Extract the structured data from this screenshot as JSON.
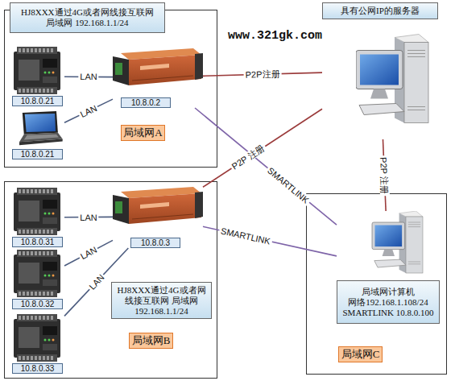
{
  "diagram": {
    "nodes": [
      {
        "text": [
          "局域网A"
        ]
      },
      {
        "text": [
          "HJ8XXX通过4G或者网线接互联网 局域网 192.168.1.1/24"
        ],
        "in": 0
      },
      {
        "text": [
          "10.8.0.21"
        ],
        "in": 0
      },
      {
        "text": [
          "10.8.0.21"
        ],
        "in": 0
      },
      {
        "text": [
          "10.8.0.2"
        ],
        "in": 0
      },
      {
        "text": [
          "具有公网IP的服务器"
        ]
      },
      {
        "text": [
          "局域网B"
        ]
      },
      {
        "text": [
          "10.8.0.31"
        ],
        "in": 6
      },
      {
        "text": [
          "10.8.0.3"
        ],
        "in": 6
      },
      {
        "text": [
          "10.8.0.32"
        ],
        "in": 6
      },
      {
        "text": [
          "HJ8XXX通过4G或者网线接互联网 局域网 192.168.1.1/24"
        ],
        "in": 6
      },
      {
        "text": [
          "10.8.0.33"
        ],
        "in": 6
      },
      {
        "text": [
          "局域网C"
        ]
      },
      {
        "text": [
          "局域网计算机 网络192.168.1.108/24 SMARTLINK 10.8.0.100"
        ],
        "in": 12
      }
    ],
    "edges": [
      {
        "from": 2,
        "to": 4,
        "label": "LAN",
        "arrow": "none"
      },
      {
        "from": 3,
        "to": 4,
        "label": "LAN",
        "arrow": "none"
      },
      {
        "from": 4,
        "to": 5,
        "label": "P2P注册",
        "arrow": "none"
      },
      {
        "from": 4,
        "to": 13,
        "label": "SMARTLINK",
        "arrow": "none"
      },
      {
        "from": 8,
        "to": 5,
        "label": "P2P 注册",
        "arrow": "none"
      },
      {
        "from": 8,
        "to": 13,
        "label": "SMARTLINK",
        "arrow": "none"
      },
      {
        "from": 5,
        "to": 13,
        "label": "P2P 注册",
        "arrow": "none"
      },
      {
        "from": 7,
        "to": 8,
        "label": "LAN",
        "arrow": "none"
      },
      {
        "from": 9,
        "to": 8,
        "label": "LAN",
        "arrow": "none"
      },
      {
        "from": 11,
        "to": 8,
        "label": "LAN",
        "arrow": "none"
      }
    ],
    "labels": [
      "www.321gk.com"
    ]
  }
}
